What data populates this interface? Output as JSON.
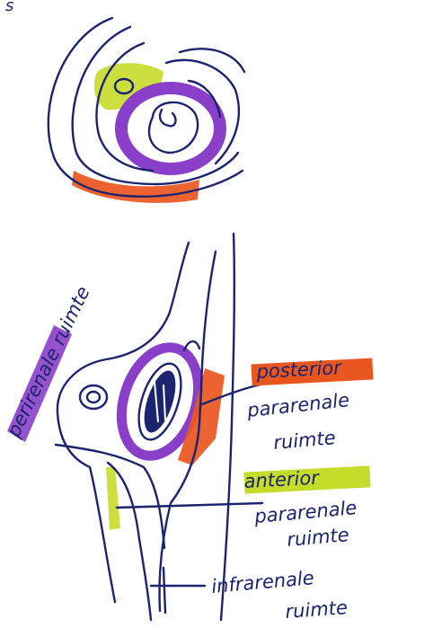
{
  "corner_mark": "s",
  "colors": {
    "ink": "#1c2470",
    "purple": "#8a3fc8",
    "orange": "#e8561f",
    "lime": "#c6dc2a"
  },
  "labels": {
    "perirenal": "perirenale ruimte",
    "posterior_title": "posterior",
    "posterior_body_1": "pararenale",
    "posterior_body_2": "ruimte",
    "anterior_title": "anterior",
    "anterior_body_1": "pararenale",
    "anterior_body_2": "ruimte",
    "infrarenal_1": "infrarenale",
    "infrarenal_2": "ruimte"
  }
}
